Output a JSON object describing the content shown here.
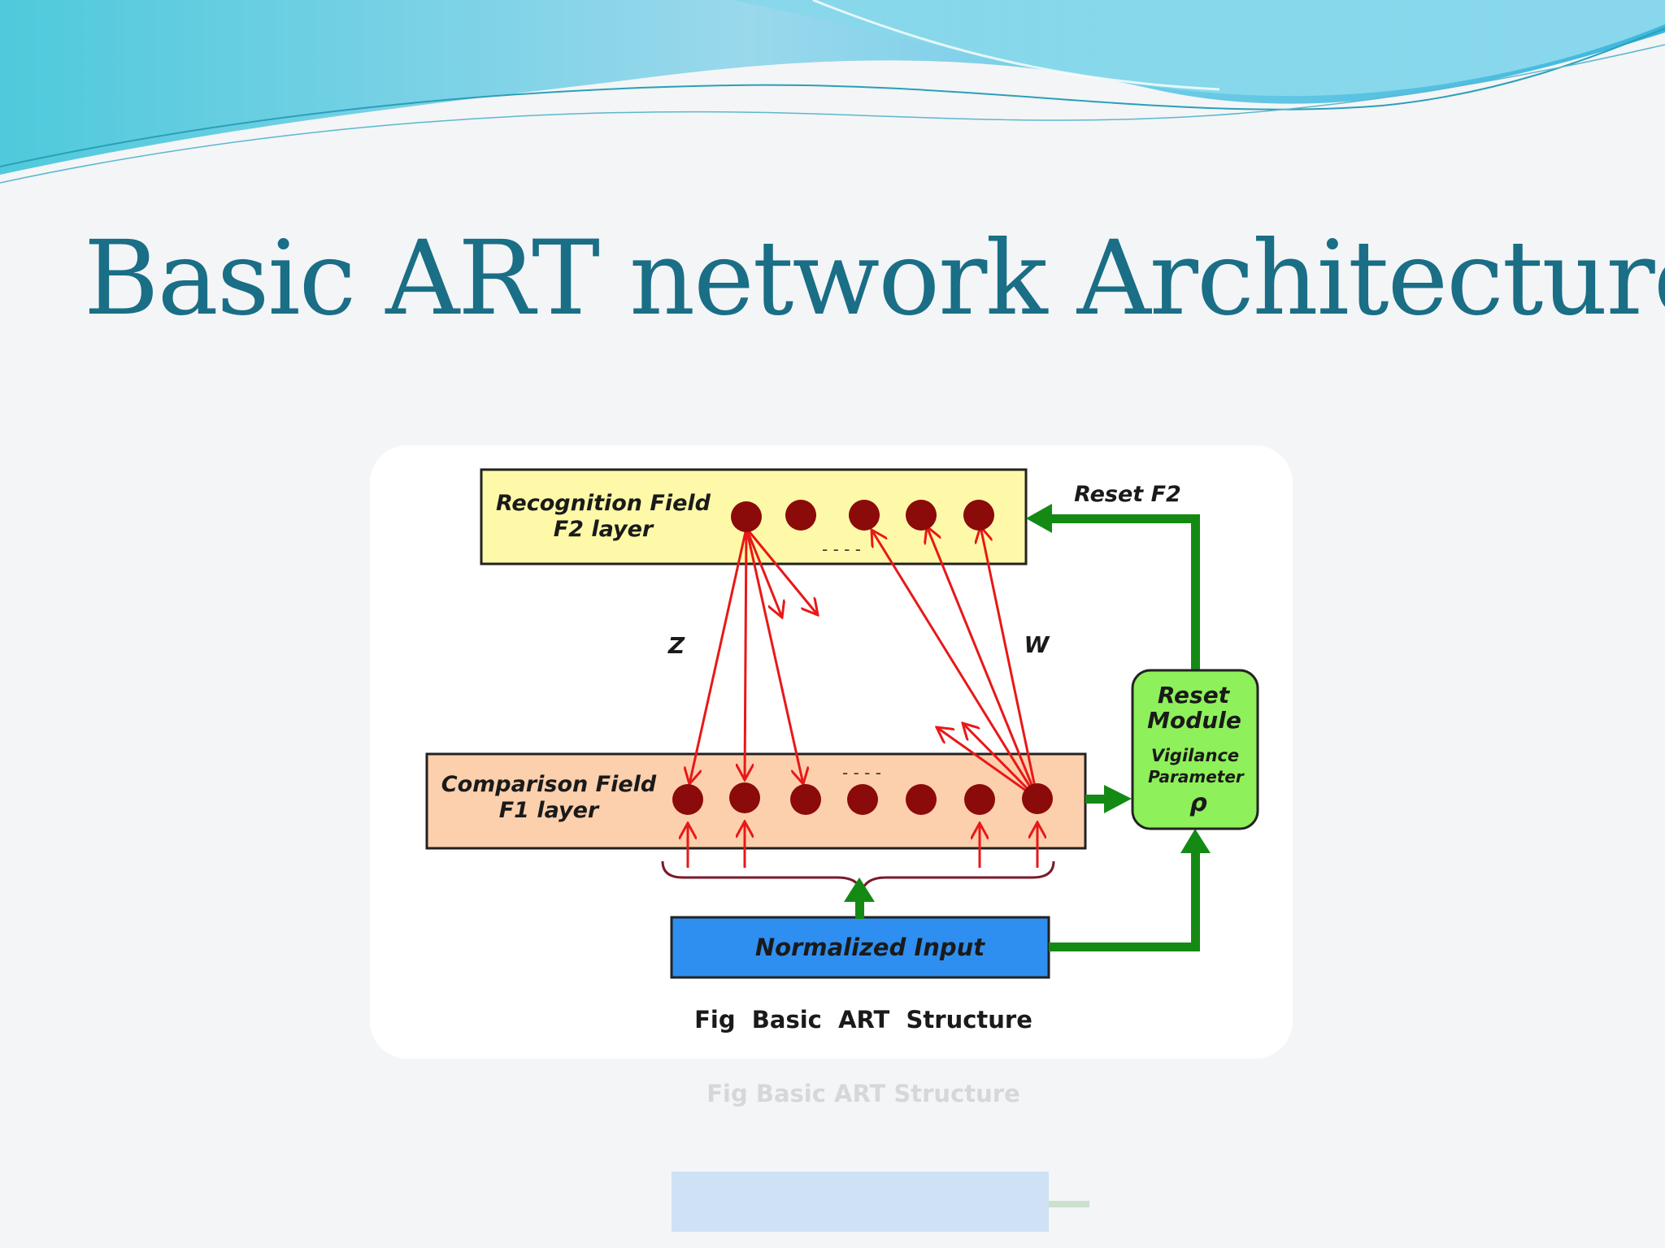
{
  "slide": {
    "title": "Basic ART network Architecture"
  },
  "diagram": {
    "f2_field": {
      "line1": "Recognition Field",
      "line2": "F2 layer"
    },
    "f1_field": {
      "line1": "Comparison Field",
      "line2": "F1 layer"
    },
    "reset_module": {
      "line1": "Reset",
      "line2": "Module",
      "line3": "Vigilance",
      "line4": "Parameter",
      "symbol": "ρ"
    },
    "reset_f2_label": "Reset F2",
    "weight_z_label": "Z",
    "weight_w_label": "W",
    "input_block": "Normalized Input",
    "caption": "Fig  Basic  ART  Structure",
    "colors": {
      "f2_fill": "#fdf9a8",
      "f1_fill": "#fcd0ad",
      "reset_fill": "#8ef05a",
      "input_fill": "#2f8ff0",
      "node": "#8b0a0a",
      "connection": "#e81818",
      "control": "#148a14",
      "title": "#1a6e86"
    }
  }
}
